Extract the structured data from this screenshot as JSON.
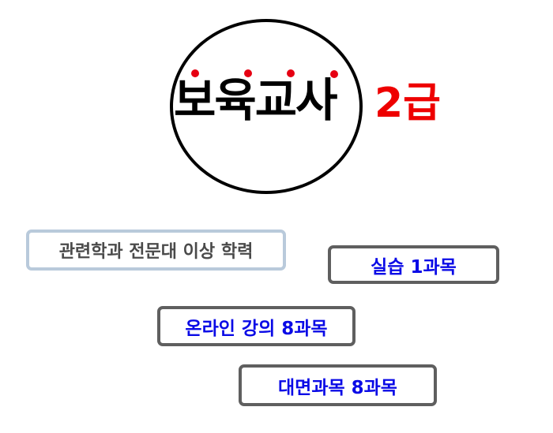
{
  "heading": {
    "title": "보육교사",
    "grade": "2급",
    "emphasis_dots": 4,
    "colors": {
      "title": "#000000",
      "grade": "#ee0000",
      "dots": "#e60012",
      "circle": "#000000"
    }
  },
  "requirements": [
    {
      "label": "관련학과 전문대 이상 학력",
      "style": "light",
      "border_color": "#b9cadb",
      "text_color": "#4a4a4a"
    },
    {
      "label": "실습 1과목",
      "style": "dark",
      "border_color": "#5f5f5f",
      "text_color": "#0a0ae6"
    },
    {
      "label": "온라인 강의 8과목",
      "style": "dark",
      "border_color": "#5f5f5f",
      "text_color": "#0a0ae6"
    },
    {
      "label": "대면과목 8과목",
      "style": "dark",
      "border_color": "#5f5f5f",
      "text_color": "#0a0ae6"
    }
  ]
}
